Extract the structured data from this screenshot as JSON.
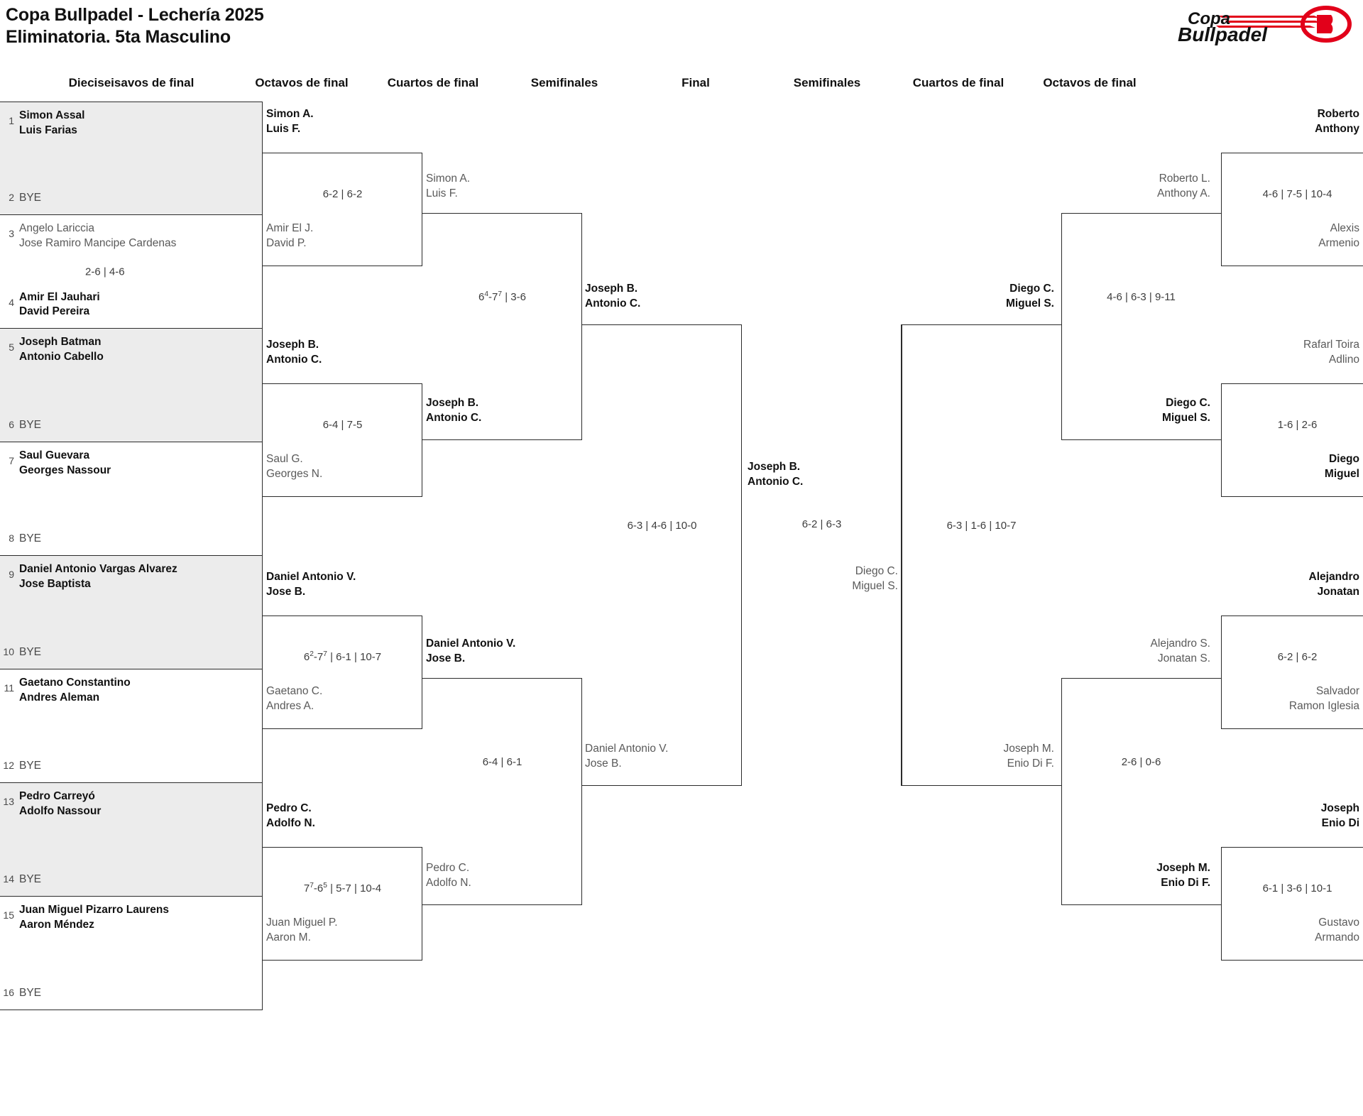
{
  "header": {
    "title_line1": "Copa Bullpadel - Lechería 2025",
    "title_line2": "Eliminatoria. 5ta Masculino",
    "logo_text_top": "Copa",
    "logo_text_bottom": "Bullpadel",
    "logo_mark": "bullpadel-b-icon",
    "logo_red": "#E2001A",
    "logo_black": "#111111"
  },
  "rounds": {
    "left_r32": "Dieciseisavos de final",
    "left_r16": "Octavos de final",
    "left_qf": "Cuartos de final",
    "left_sf": "Semifinales",
    "final": "Final",
    "right_sf": "Semifinales",
    "right_qf": "Cuartos de final",
    "right_r16": "Octavos de final"
  },
  "seeds": [
    {
      "num": "1",
      "names": "Simon Assal\nLuis Farias",
      "state": "win"
    },
    {
      "num": "2",
      "names": "BYE",
      "state": "bye"
    },
    {
      "num": "3",
      "names": "Angelo Lariccia\nJose Ramiro Mancipe Cardenas",
      "state": "lose"
    },
    {
      "num": "4",
      "names": "Amir El Jauhari\nDavid Pereira",
      "state": "win"
    },
    {
      "num": "5",
      "names": "Joseph Batman\nAntonio Cabello",
      "state": "win"
    },
    {
      "num": "6",
      "names": "BYE",
      "state": "bye"
    },
    {
      "num": "7",
      "names": "Saul Guevara\nGeorges Nassour",
      "state": "win"
    },
    {
      "num": "8",
      "names": "BYE",
      "state": "bye"
    },
    {
      "num": "9",
      "names": "Daniel Antonio Vargas Alvarez\nJose Baptista",
      "state": "win"
    },
    {
      "num": "10",
      "names": "BYE",
      "state": "bye"
    },
    {
      "num": "11",
      "names": "Gaetano Constantino\nAndres Aleman",
      "state": "win"
    },
    {
      "num": "12",
      "names": "BYE",
      "state": "bye"
    },
    {
      "num": "13",
      "names": "Pedro Carreyó\nAdolfo Nassour",
      "state": "win"
    },
    {
      "num": "14",
      "names": "BYE",
      "state": "bye"
    },
    {
      "num": "15",
      "names": "Juan Miguel Pizarro Laurens\nAaron Méndez",
      "state": "win"
    },
    {
      "num": "16",
      "names": "BYE",
      "state": "bye"
    }
  ],
  "seed_scores": {
    "m2": "2-6 | 4-6"
  },
  "left_r16": [
    {
      "top": "Simon A.\nLuis F.",
      "top_state": "win",
      "bot": "Amir El J.\nDavid P.",
      "bot_state": "lose",
      "score": "6-2 | 6-2"
    },
    {
      "top": "Joseph B.\nAntonio C.",
      "top_state": "win",
      "bot": "Saul G.\nGeorges N.",
      "bot_state": "lose",
      "score": "6-4 | 7-5"
    },
    {
      "top": "Daniel Antonio V.\nJose B.",
      "top_state": "win",
      "bot": "Gaetano C.\nAndres A.",
      "bot_state": "lose",
      "score_html": "6<sup>2</sup>-7<sup>7</sup> | 6-1 | 10-7"
    },
    {
      "top": "Pedro C.\nAdolfo N.",
      "top_state": "win",
      "bot": "Juan Miguel P.\nAaron M.",
      "bot_state": "lose",
      "score_html": "7<sup>7</sup>-6<sup>5</sup> | 5-7 | 10-4"
    }
  ],
  "left_qf": [
    {
      "top": "Simon A.\nLuis F.",
      "top_state": "lose",
      "bot": "Joseph B.\nAntonio C.",
      "bot_state": "win",
      "score_html": "6<sup>4</sup>-7<sup>7</sup> | 3-6"
    },
    {
      "top": "Daniel Antonio V.\nJose B.",
      "top_state": "win",
      "bot": "Pedro C.\nAdolfo N.",
      "bot_state": "lose",
      "score": "6-4 | 6-1"
    }
  ],
  "left_sf": {
    "top": "Joseph B.\nAntonio C.",
    "top_state": "win",
    "bot": "Daniel Antonio V.\nJose B.",
    "bot_state": "lose",
    "score": "6-3 | 4-6 | 10-0"
  },
  "final": {
    "left": "Joseph B.\nAntonio C.",
    "left_state": "win",
    "right": "Diego C.\nMiguel S.",
    "right_state": "lose",
    "score": "6-2 | 6-3"
  },
  "right_sf": {
    "top": "Diego C.\nMiguel S.",
    "top_state": "win",
    "bot": "Joseph M.\nEnio Di F.",
    "bot_state": "lose",
    "score": "6-3 | 1-6 | 10-7"
  },
  "right_qf": [
    {
      "top": "Roberto L.\nAnthony A.",
      "top_state": "lose",
      "bot": "Diego C.\nMiguel S.",
      "bot_state": "win",
      "score": "4-6 | 6-3 | 9-11"
    },
    {
      "top": "Alejandro S.\nJonatan S.",
      "top_state": "lose",
      "bot": "Joseph M.\nEnio Di F.",
      "bot_state": "win",
      "score": "2-6 | 0-6"
    }
  ],
  "right_r16": [
    {
      "top": "Roberto\nAnthony",
      "top_state": "win",
      "bot": "Alexis\nArmenio",
      "bot_state": "lose",
      "score": "4-6 | 7-5 | 10-4"
    },
    {
      "top": "Rafarl Toira\nAdlino",
      "top_state": "lose",
      "bot": "Diego\nMiguel",
      "bot_state": "win",
      "score": "1-6 | 2-6"
    },
    {
      "top": "Alejandro\nJonatan",
      "top_state": "win",
      "bot": "Salvador\nRamon Iglesia",
      "bot_state": "lose",
      "score": "6-2 | 6-2"
    },
    {
      "top": "Joseph\nEnio Di",
      "top_state": "win",
      "bot": "Gustavo\nArmando",
      "bot_state": "lose",
      "score": "6-1 | 3-6 | 10-1"
    }
  ]
}
